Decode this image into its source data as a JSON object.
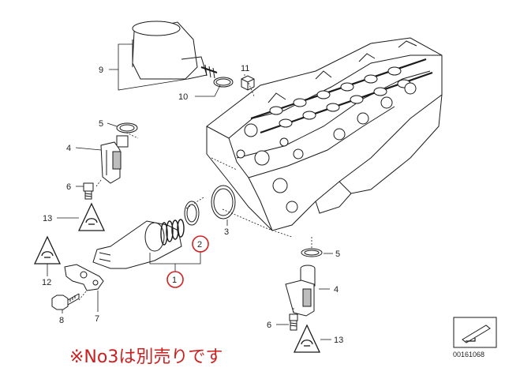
{
  "callouts": {
    "n1": "1",
    "n2": "2",
    "n3": "3",
    "n4_left": "4",
    "n4_right": "4",
    "n5_left": "5",
    "n5_right": "5",
    "n6_left": "6",
    "n6_right": "6",
    "n7": "7",
    "n8": "8",
    "n9": "9",
    "n10": "10",
    "n11": "11",
    "n12": "12",
    "n13_left": "13",
    "n13_right": "13"
  },
  "note": "※No3は別売りです",
  "reference_number": "00161068",
  "colors": {
    "line": "#1a1a1a",
    "highlight_circle": "#d42020",
    "note_text": "#cc2020",
    "fill_light": "#ffffff",
    "fill_gray": "#bdbdbd"
  }
}
